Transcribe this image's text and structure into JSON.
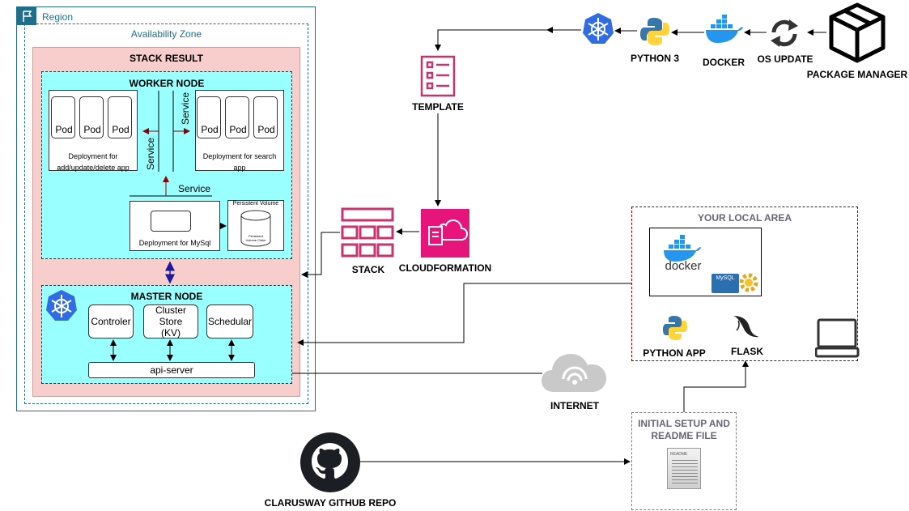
{
  "region": {
    "label": "Region",
    "availability_zone": "Availability Zone"
  },
  "stack_result": {
    "title": "STACK RESULT",
    "worker_node": {
      "title": "WORKER NODE",
      "pod_label": "Pod",
      "deployment_left": "Deployment for add/update/delete app",
      "deployment_right": "Deployment for search app",
      "service_left": "Service",
      "service_right": "Service",
      "service_bottom": "Service",
      "deployment_mysql": "Deployment for MySql",
      "persistent_volume": "Persistent Volume",
      "persistent_volume_claim": "Persistent Volume Claim"
    },
    "master_node": {
      "title": "MASTER NODE",
      "controler": "Controler",
      "cluster_store": "Cluster Store (KV)",
      "schedular": "Schedular",
      "api_server": "api-server"
    }
  },
  "pipeline": {
    "package_manager": "PACKAGE MANAGER",
    "os_update": "OS UPDATE",
    "docker": "DOCKER",
    "python3": "PYTHON 3",
    "template": "TEMPLATE",
    "cloudformation": "CLOUDFORMATION",
    "stack": "STACK",
    "internet": "INTERNET"
  },
  "local_area": {
    "title": "YOUR LOCAL AREA",
    "docker_text": "docker",
    "mysql_text": "MySQL",
    "python_app": "PYTHON APP",
    "flask": "FLASK"
  },
  "initial_setup": {
    "title": "INITIAL SETUP AND README FILE",
    "doc_text": "README"
  },
  "github": {
    "label": "CLARUSWAY GITHUB REPO"
  },
  "colors": {
    "region_border": "#1f6f8b",
    "stack_fill": "#f8cecc",
    "node_fill": "#99ffff",
    "template_pink": "#c7336e",
    "cloudformation": "#e7157b",
    "kubernetes_blue": "#326ce5",
    "service_arrow": "#8b0000"
  }
}
